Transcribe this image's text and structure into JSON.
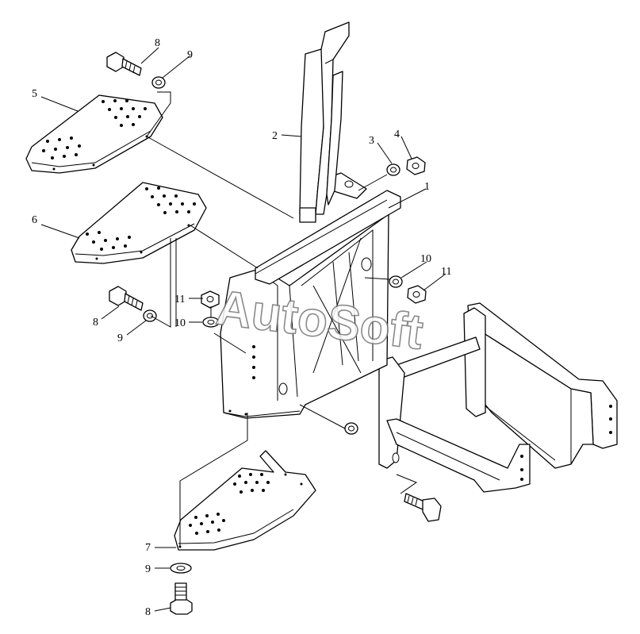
{
  "watermark": "AutoSoft",
  "callouts": {
    "c1": "1",
    "c2": "2",
    "c3": "3",
    "c4": "4",
    "c5": "5",
    "c6": "6",
    "c7": "7",
    "c8a": "8",
    "c9a": "9",
    "c8b": "8",
    "c9b": "9",
    "c10a": "10",
    "c11a": "11",
    "c11b": "11",
    "c10b": "10",
    "c9c": "9",
    "c8c": "8"
  }
}
